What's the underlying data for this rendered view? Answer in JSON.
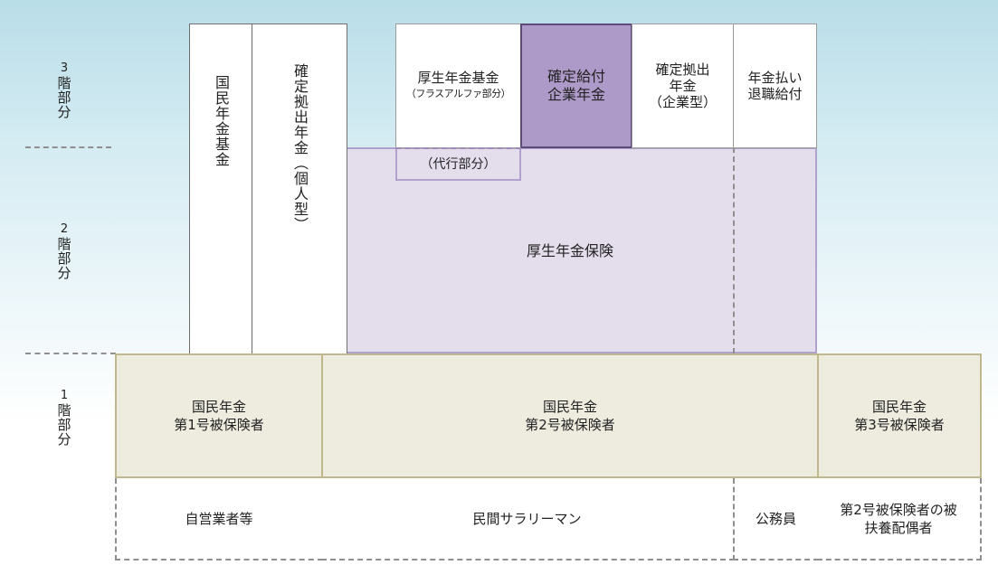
{
  "tiers": {
    "tier3": {
      "num": "3",
      "label": [
        "階",
        "部",
        "分"
      ]
    },
    "tier2": {
      "num": "2",
      "label": [
        "階",
        "部",
        "分"
      ]
    },
    "tier1": {
      "num": "1",
      "label": [
        "階",
        "部",
        "分"
      ]
    }
  },
  "boxes": {
    "kokumin_nenkin_kikin": "国民年金基金",
    "kakutei_kyoshutsu_kojin": "確定拠出年金（個人型）",
    "kosei_nenkin_kikin": "厚生年金基金",
    "kosei_nenkin_kikin_sub": "（フラスアルファ部分）",
    "kakutei_kyufu": [
      "確定給付",
      "企業年金"
    ],
    "kakutei_kyoshutsu_kigyo": [
      "確定拠出",
      "年金",
      "（企業型）"
    ],
    "nenkin_barai": [
      "年金払い",
      "退職給付"
    ],
    "daiko_bubun": "（代行部分）",
    "kosei_nenkin_hoken": "厚生年金保険"
  },
  "tier1_boxes": [
    [
      "国民年金",
      "第1号被保険者"
    ],
    [
      "国民年金",
      "第2号被保険者"
    ],
    [
      "国民年金",
      "第3号被保険者"
    ]
  ],
  "categories": {
    "jieigyo": "自営業者等",
    "minkan": "民間サラリーマン",
    "komuin": "公務員",
    "hifuyo": [
      "第2号被保険者の被",
      "扶養配偶者"
    ]
  },
  "colors": {
    "purple_dark": "#ae9ac8",
    "purple_light": "#e4ddec",
    "tan": "#eeebdf",
    "sky": "#b9dde8"
  }
}
